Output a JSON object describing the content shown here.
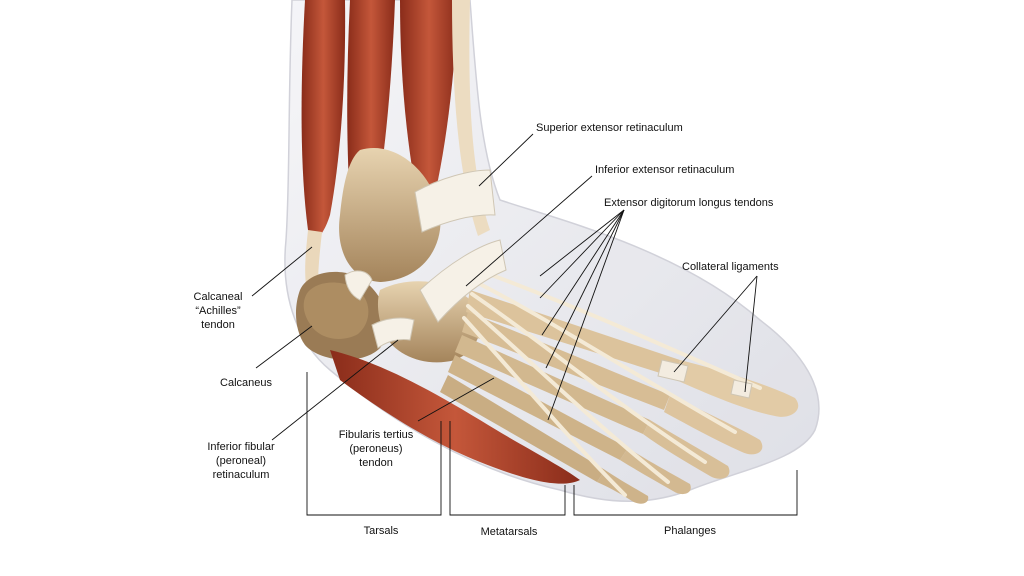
{
  "labels": {
    "superior_extensor_retinaculum": "Superior extensor retinaculum",
    "inferior_extensor_retinaculum": "Inferior extensor retinaculum",
    "extensor_digitorum_longus_tendons": "Extensor digitorum longus tendons",
    "collateral_ligaments": "Collateral ligaments",
    "calcaneal_achilles_tendon": [
      "Calcaneal",
      "“Achilles”",
      "tendon"
    ],
    "calcaneus": "Calcaneus",
    "inferior_fibular_retinaculum": [
      "Inferior fibular",
      "(peroneal)",
      "retinaculum"
    ],
    "fibularis_tertius_tendon": [
      "Fibularis tertius",
      "(peroneus)",
      "tendon"
    ]
  },
  "regions": {
    "tarsals": "Tarsals",
    "metatarsals": "Metatarsals",
    "phalanges": "Phalanges"
  },
  "colors": {
    "muscle": "#b8432a",
    "muscle_dark": "#8a2c1a",
    "tendon": "#efe4cf",
    "bone": "#d9bf97",
    "bone_dark": "#9a7b55",
    "skin": "#e8e8ee",
    "line": "#111111"
  }
}
